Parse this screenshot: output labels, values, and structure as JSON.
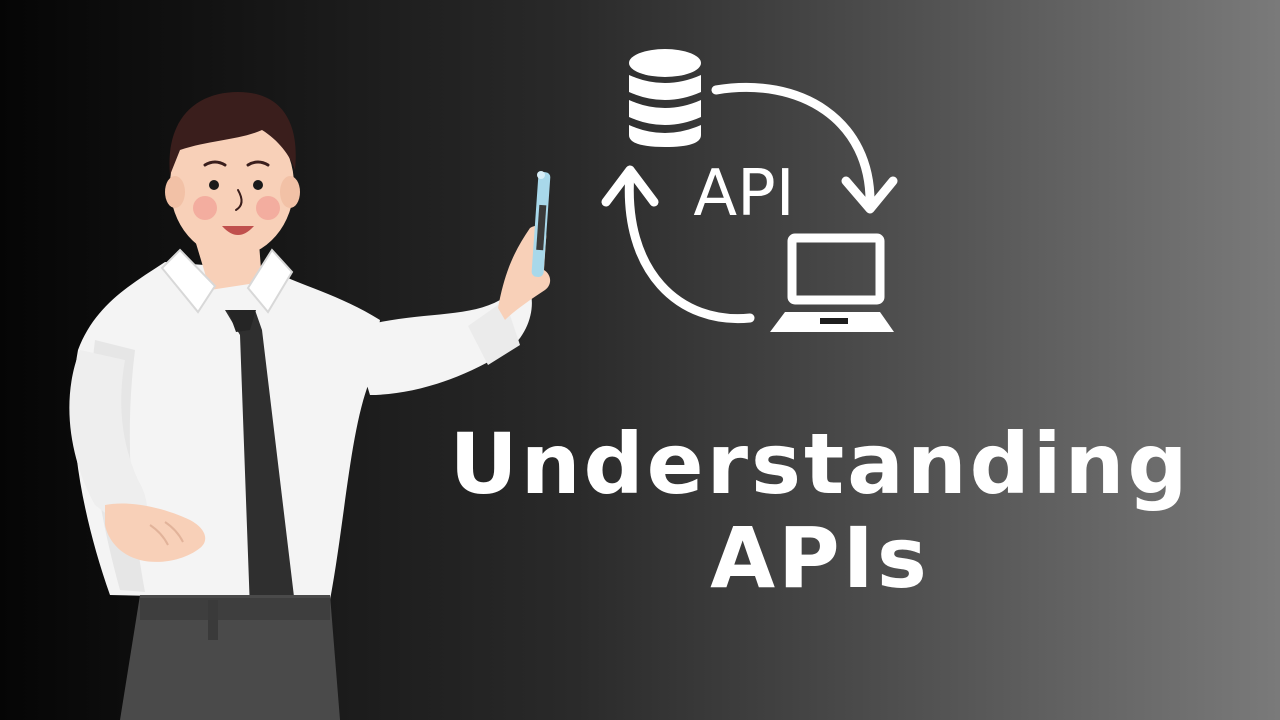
{
  "colors": {
    "background_left": "#050505",
    "background_mid": "#2a2a2a",
    "background_right": "#7a7a7a",
    "icon_stroke": "#ffffff",
    "shirt": "#f4f4f4",
    "tie": "#2f2f2f",
    "skin": "#f8d0b8",
    "hair": "#3a1e1c",
    "pants": "#4a4a4a",
    "pen_cap": "#a8d8ea"
  },
  "diagram": {
    "center_label": "API",
    "icons": [
      "database-icon",
      "laptop-icon",
      "cycle-arrows-icon"
    ]
  },
  "headline": {
    "line1": "Understanding",
    "line2": "APIs"
  }
}
